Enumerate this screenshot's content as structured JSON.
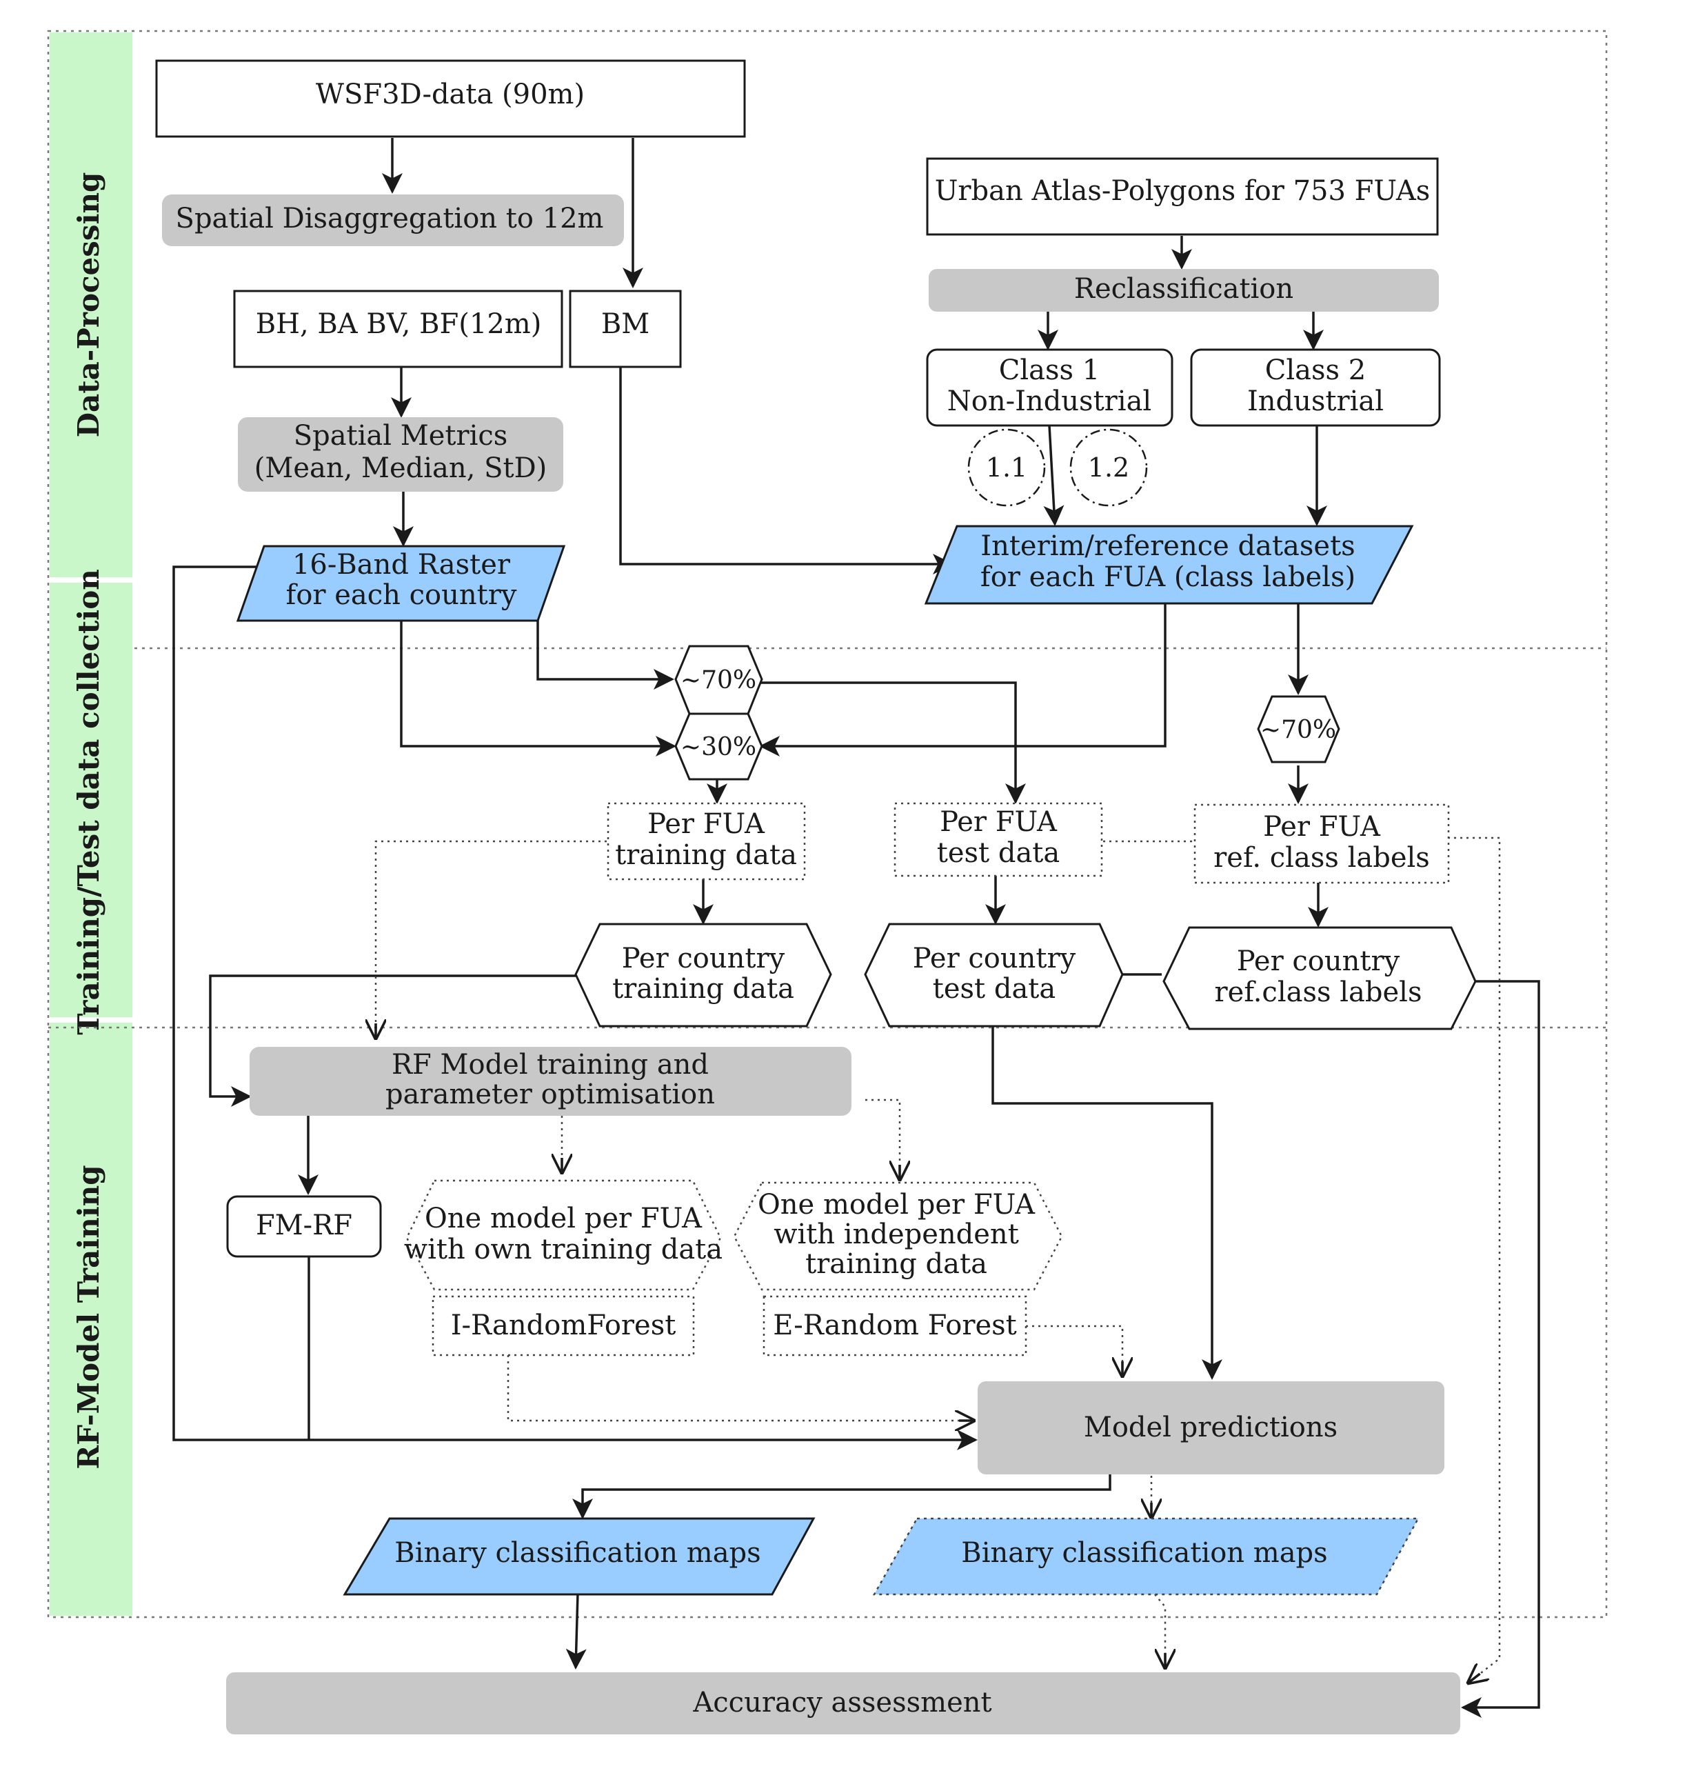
{
  "phases": {
    "data_processing": "Data-Processing",
    "training_test": "Training/Test data collection",
    "rf_training": "RF-Model Training"
  },
  "nodes": {
    "wsf3d": "WSF3D-data (90m)",
    "spatial_disagg": "Spatial Disaggregation to 12m",
    "bh_ba": "BH, BA BV, BF(12m)",
    "bm": "BM",
    "spatial_metrics": [
      "Spatial Metrics",
      "(Mean, Median, StD)"
    ],
    "band_raster": [
      "16-Band Raster",
      "for each country"
    ],
    "urban_atlas": "Urban Atlas-Polygons for 753 FUAs",
    "reclassification": "Reclassification",
    "class1": [
      "Class 1",
      "Non-Industrial"
    ],
    "class2": [
      "Class 2",
      "Industrial"
    ],
    "sub_1_1": "1.1",
    "sub_1_2": "1.2",
    "interim": [
      "Interim/reference datasets",
      "for each FUA (class labels)"
    ],
    "split70_left": "~70%",
    "split30_left": "~30%",
    "split70_right": "~70%",
    "per_fua_training": [
      "Per FUA",
      "training data"
    ],
    "per_fua_test": [
      "Per FUA",
      "test data"
    ],
    "per_fua_ref": [
      "Per FUA",
      "ref. class labels"
    ],
    "country_training": [
      "Per country",
      "training data"
    ],
    "country_test": [
      "Per country",
      "test data"
    ],
    "country_ref": [
      "Per country",
      "ref.class labels"
    ],
    "rf_model": [
      "RF Model training and",
      "parameter optimisation"
    ],
    "fm_rf": "FM-RF",
    "one_model_own": [
      "One model per FUA",
      "with own training data"
    ],
    "one_model_indep": [
      "One model per FUA",
      "with independent",
      "training data"
    ],
    "i_rf": "I-RandomForest",
    "e_rf": "E-Random Forest",
    "predictions": "Model predictions",
    "binary_maps_1": "Binary classification maps",
    "binary_maps_2": "Binary classification maps",
    "accuracy": "Accuracy assessment"
  },
  "colors": {
    "process_fill": "#c8c8c8",
    "data_fill": "#99ccff",
    "phase_fill": "#c9f7c9",
    "line": "#1a1a1a"
  }
}
